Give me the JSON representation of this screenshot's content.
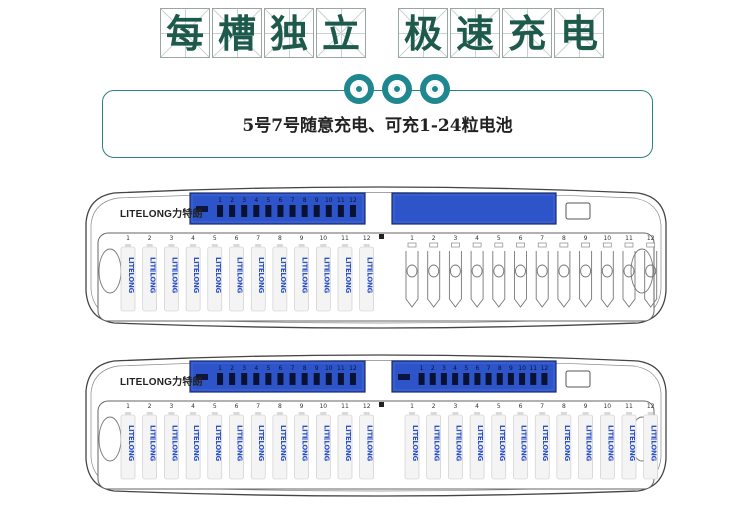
{
  "headline": {
    "chars": [
      "每",
      "槽",
      "独",
      "立",
      "极",
      "速",
      "充",
      "电"
    ]
  },
  "banner": {
    "text": "5号7号随意充电、可充1-24粒电池"
  },
  "chargers": [
    {
      "brand": "LITELONG力特朗",
      "left_slot_numbers": [
        "1",
        "2",
        "3",
        "4",
        "5",
        "6",
        "7",
        "8",
        "9",
        "10",
        "11",
        "12"
      ],
      "right_slot_numbers": [
        "1",
        "2",
        "3",
        "4",
        "5",
        "6",
        "7",
        "8",
        "9",
        "10",
        "11",
        "12"
      ],
      "left_lcd_numbers": [
        "1",
        "2",
        "3",
        "4",
        "5",
        "6",
        "7",
        "8",
        "9",
        "10",
        "11",
        "12"
      ],
      "left_batteries": 12,
      "right_batteries": 0,
      "right_lcd_has_indicators": false
    },
    {
      "brand": "LITELONG力特朗",
      "left_slot_numbers": [
        "1",
        "2",
        "3",
        "4",
        "5",
        "6",
        "7",
        "8",
        "9",
        "10",
        "11",
        "12"
      ],
      "right_slot_numbers": [
        "1",
        "2",
        "3",
        "4",
        "5",
        "6",
        "7",
        "8",
        "9",
        "10",
        "11",
        "12"
      ],
      "left_lcd_numbers": [
        "1",
        "2",
        "3",
        "4",
        "5",
        "6",
        "7",
        "8",
        "9",
        "10",
        "11",
        "12"
      ],
      "right_lcd_numbers": [
        "1",
        "2",
        "3",
        "4",
        "5",
        "6",
        "7",
        "8",
        "9",
        "10",
        "11",
        "12"
      ],
      "left_batteries": 12,
      "right_batteries": 12,
      "right_lcd_has_indicators": true
    }
  ],
  "battery_label": "LITELONG",
  "colors": {
    "headline": "#1d5a4b",
    "accent_teal": "#1f8790",
    "lcd_blue": "#2d55c9",
    "battery_blue": "#2c50c8"
  }
}
